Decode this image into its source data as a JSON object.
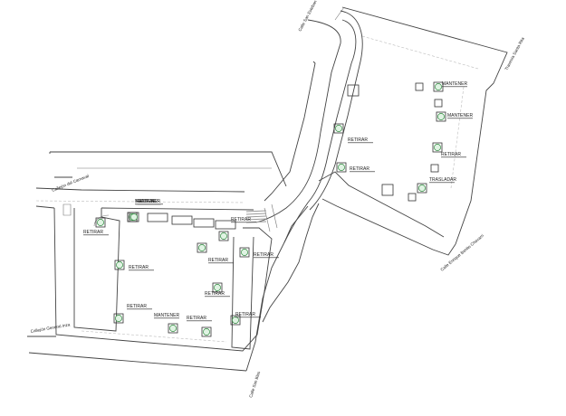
{
  "streets": {
    "calle_san_esteban": "Calle San Esteban",
    "travesia_santa_rita": "Travesía Santa Rita",
    "callejon_carnaval": "Callejón del Carnaval",
    "callejon_general_inza": "Callejón General Inza",
    "calle_enrique_benito_chavarri": "Calle Enrique Benito Chavarri",
    "calle_san_blas": "Calle San Blas"
  },
  "actions": {
    "mantener": "MANTENER",
    "retirar": "RETIRAR",
    "trasladar": "TRASLADAR"
  },
  "tree_markers": [
    {
      "id": "t1",
      "action": "mantener"
    },
    {
      "id": "t2",
      "action": "mantener"
    },
    {
      "id": "t3",
      "action": "retirar"
    },
    {
      "id": "t4",
      "action": "retirar"
    },
    {
      "id": "t5",
      "action": "trasladar"
    },
    {
      "id": "t6",
      "action": "retirar"
    },
    {
      "id": "t7",
      "action": "retirar"
    },
    {
      "id": "t8",
      "action": "mantener"
    },
    {
      "id": "t9",
      "action": "retirar"
    },
    {
      "id": "t10",
      "action": "retirar"
    },
    {
      "id": "t11",
      "action": "retirar"
    },
    {
      "id": "t12",
      "action": "retirar"
    },
    {
      "id": "t13",
      "action": "retirar"
    },
    {
      "id": "t14",
      "action": "retirar"
    },
    {
      "id": "t15",
      "action": "retirar"
    },
    {
      "id": "t16",
      "action": "mantener"
    },
    {
      "id": "t17",
      "action": "retirar"
    },
    {
      "id": "t18",
      "action": "retirar"
    },
    {
      "id": "t19",
      "action": "retirar"
    }
  ]
}
